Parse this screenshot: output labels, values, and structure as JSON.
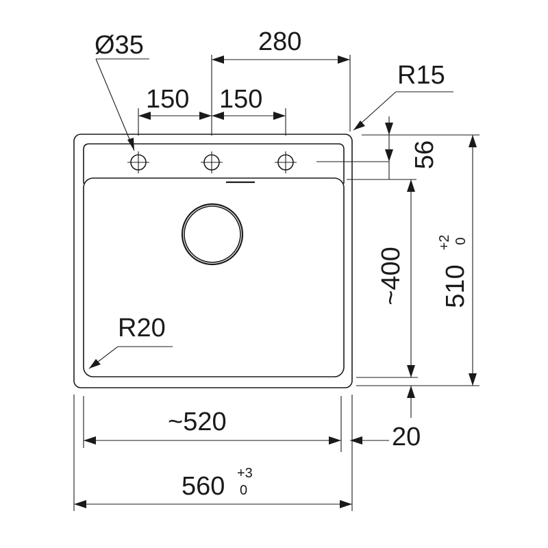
{
  "dimensions": {
    "hole_diameter": "Ø35",
    "hole_span": "280",
    "hole_pitch_left": "150",
    "hole_pitch_right": "150",
    "outer_corner_radius": "R15",
    "deck_depth": "56",
    "bowl_depth": "~400",
    "overall_depth": "510",
    "overall_depth_tol_upper": "+2",
    "overall_depth_tol_lower": "0",
    "bowl_corner_radius": "R20",
    "bowl_width": "~520",
    "rim_offset": "20",
    "overall_width": "560",
    "overall_width_tol_upper": "+3",
    "overall_width_tol_lower": "0"
  }
}
